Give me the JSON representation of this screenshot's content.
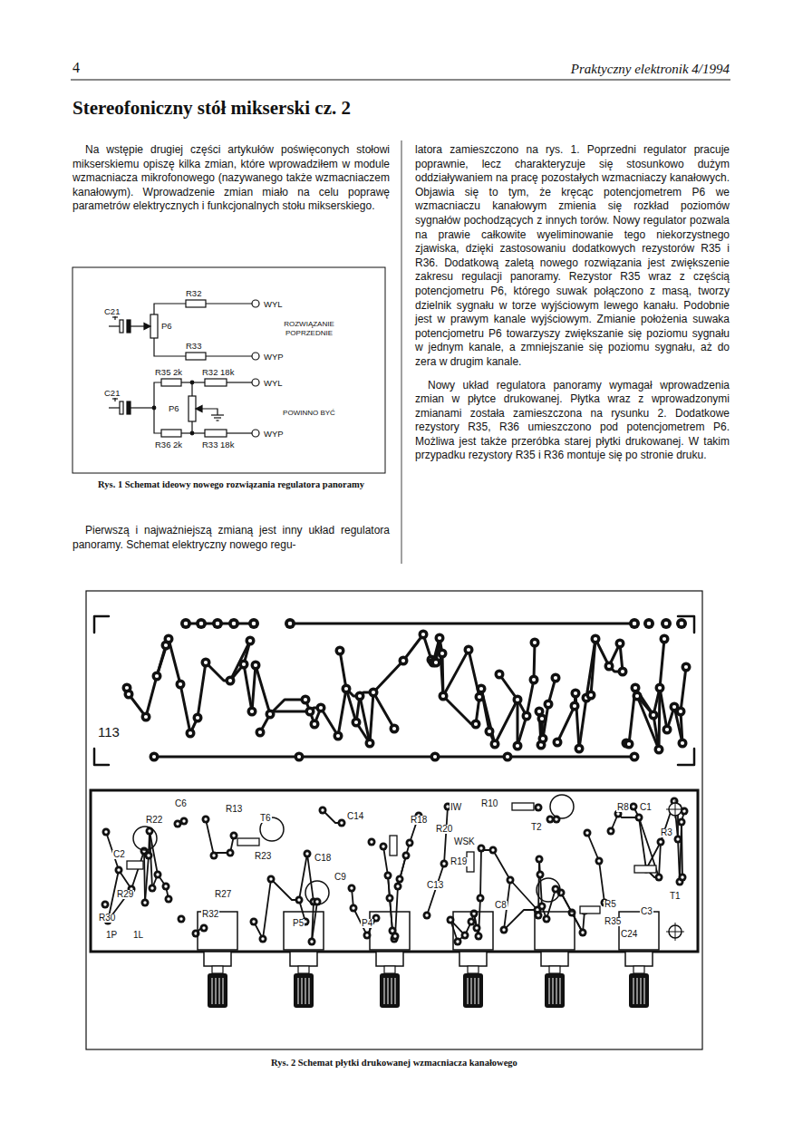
{
  "diagram": {
    "title": "Stereofoniczny stół mikserski cz. 2",
    "caption": "Rys. 2 Schemat płytki drukowanej wzmacniacza kanałowego",
    "labels": [
      "4",
      "Praktyczny elektronik 4/1994",
      "Na wstępie drugiej części artykułów poświęconych stołowi mikserskiemu opiszę kilka zmian, które wprowadziłem w module wzmacniacza mikrofonowego (nazywanego także wzmacniaczem kanałowym). Wprowadzenie zmian miało na celu poprawę parametrów elektrycznych i funkcjonalnych stołu mikserskiego.",
      "R32",
      "C21",
      "P6",
      "R33",
      "WYL",
      "WYP",
      "ROZWIĄZANIE POPRZEDNIE",
      "R35 2k",
      "R32 18k",
      "WYL",
      "C21",
      "P6",
      "POWINNO BYĆ",
      "WYP",
      "R36 2k",
      "R33 18k",
      "Rys. 1 Schemat ideowy nowego rozwiązania regulatora panoramy",
      "Pierwszą i najważniejszą zmianą jest inny układ regulatora panoramy. Schemat elektryczny nowego regu-",
      "latora zamieszczono na rys. 1. Poprzedni regulator pracuje poprawnie, lecz charakteryzuje się stosunkowo dużym oddziaływaniem na pracę pozostałych wzmacniaczy kanałowych. Objawia się to tym, że kręcąc potencjometrem P6 we wzmacniaczu kanałowym zmienia się rozkład poziomów sygnałów pochodzących z innych torów. Nowy regulator pozwala na prawie całkowite wyeliminowanie tego niekorzystnego zjawiska, dzięki zastosowaniu dodatkowych rezystorów R35 i R36. Dodatkową zaletą nowego rozwiązania jest zwiększenie zakresu regulacji panoramy. Rezystor R35 wraz z częścią potencjometru P6, którego suwak połączono z masą, tworzy dzielnik sygnału w torze wyjściowym lewego kanału. Podobnie jest w prawym kanale wyjściowym. Zmianie położenia suwaka potencjometru P6 towarzyszy zwiększanie się poziomu sygnału w jednym kanale, a zmniejszanie się poziomu sygnału, aż do zera w drugim kanale.",
      "Nowy układ regulatora panoramy wymagał wprowadzenia zmian w płytce drukowanej. Płytka wraz z wprowadzonymi zmianami została zamieszczona na rysunku 2. Dodatkowe rezystory R35, R36 umieszczono pod potencjometrem P6. Możliwa jest także przeróbka starej płytki drukowanej. W takim przypadku rezystory R35 i R36 montuje się po stronie druku.",
      "113",
      "R22",
      "C6",
      "R13",
      "T6",
      "C14",
      "R18",
      "R20",
      "IW",
      "R10",
      "T2",
      "R8",
      "C1",
      "R3",
      "C2",
      "R23",
      "C18",
      "WSK",
      "R19",
      "C13",
      "C9",
      "R29",
      "R27",
      "T1",
      "R5",
      "C3",
      "C8",
      "R30",
      "R32",
      "P5",
      "P4",
      "R35",
      "C24",
      "1P",
      "1L"
    ]
  }
}
